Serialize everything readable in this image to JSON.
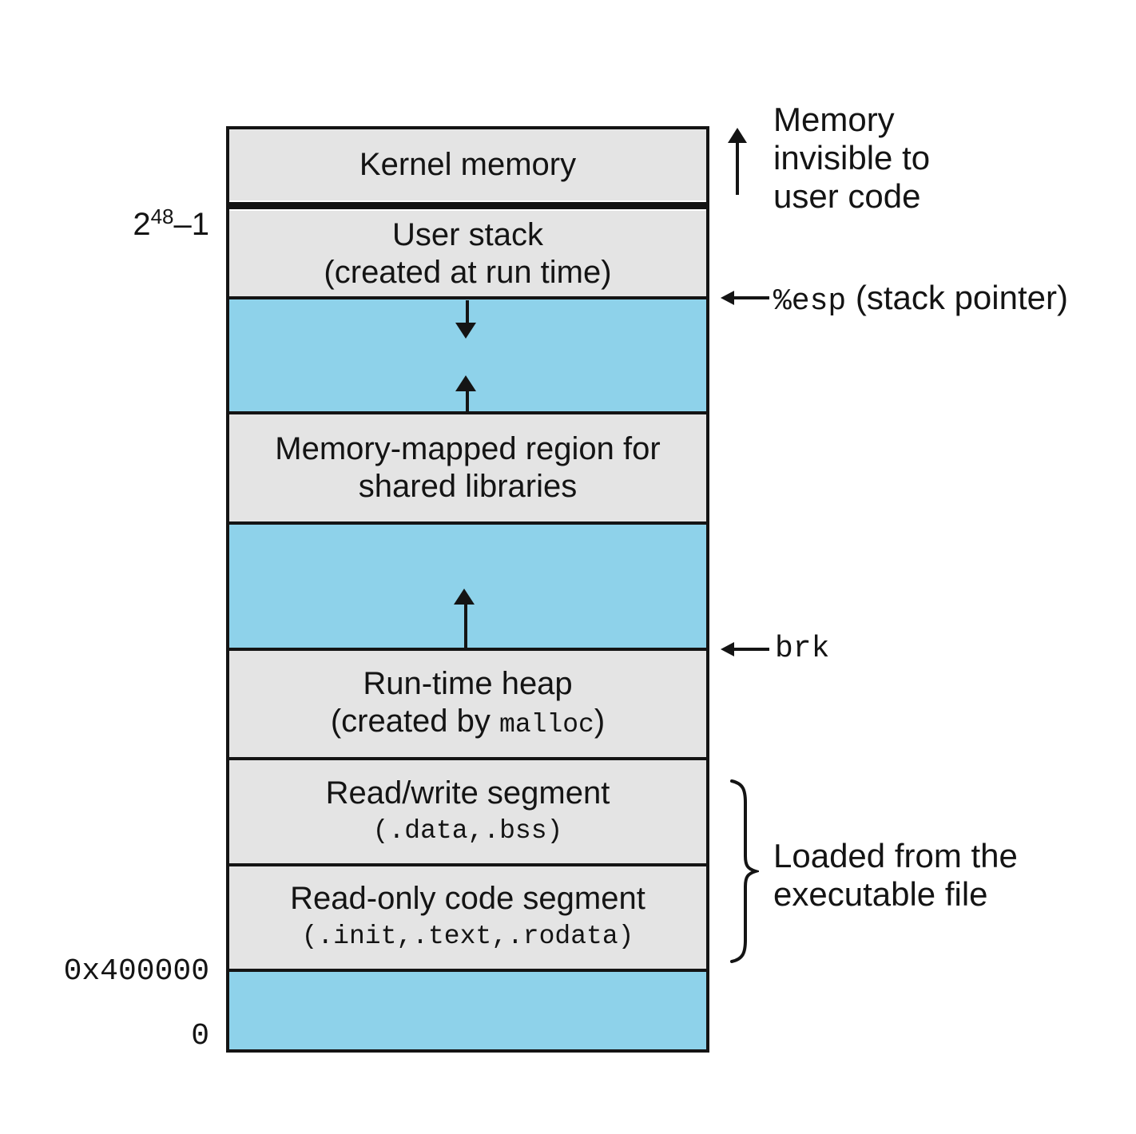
{
  "addresses": {
    "top_base": "2",
    "top_exponent": "48",
    "top_suffix": "–1",
    "code_start": "0x400000",
    "zero": "0"
  },
  "segments": {
    "kernel": {
      "line1": "Kernel memory"
    },
    "user_stack": {
      "line1": "User stack",
      "line2": "(created at run time)"
    },
    "shared_libs": {
      "line1": "Memory-mapped region for",
      "line2": "shared libraries"
    },
    "heap": {
      "line1": "Run-time heap",
      "line2_prefix": "(created by ",
      "line2_code": "malloc",
      "line2_suffix": ")"
    },
    "read_write": {
      "line1": "Read/write segment",
      "line2": "(.data,.bss)"
    },
    "read_only": {
      "line1": "Read-only code segment",
      "line2": "(.init,.text,.rodata)"
    }
  },
  "annotations": {
    "kernel_note": {
      "line1": "Memory",
      "line2": "invisible to",
      "line3": "user code"
    },
    "stack_pointer": {
      "code": "%esp",
      "label": " (stack pointer)"
    },
    "brk": {
      "code": "brk"
    },
    "loaded": {
      "line1": "Loaded from the",
      "line2": "executable file"
    }
  },
  "colors": {
    "segment_gray": "#e4e4e4",
    "growth_blue": "#8ed2ea",
    "line_black": "#141414"
  }
}
